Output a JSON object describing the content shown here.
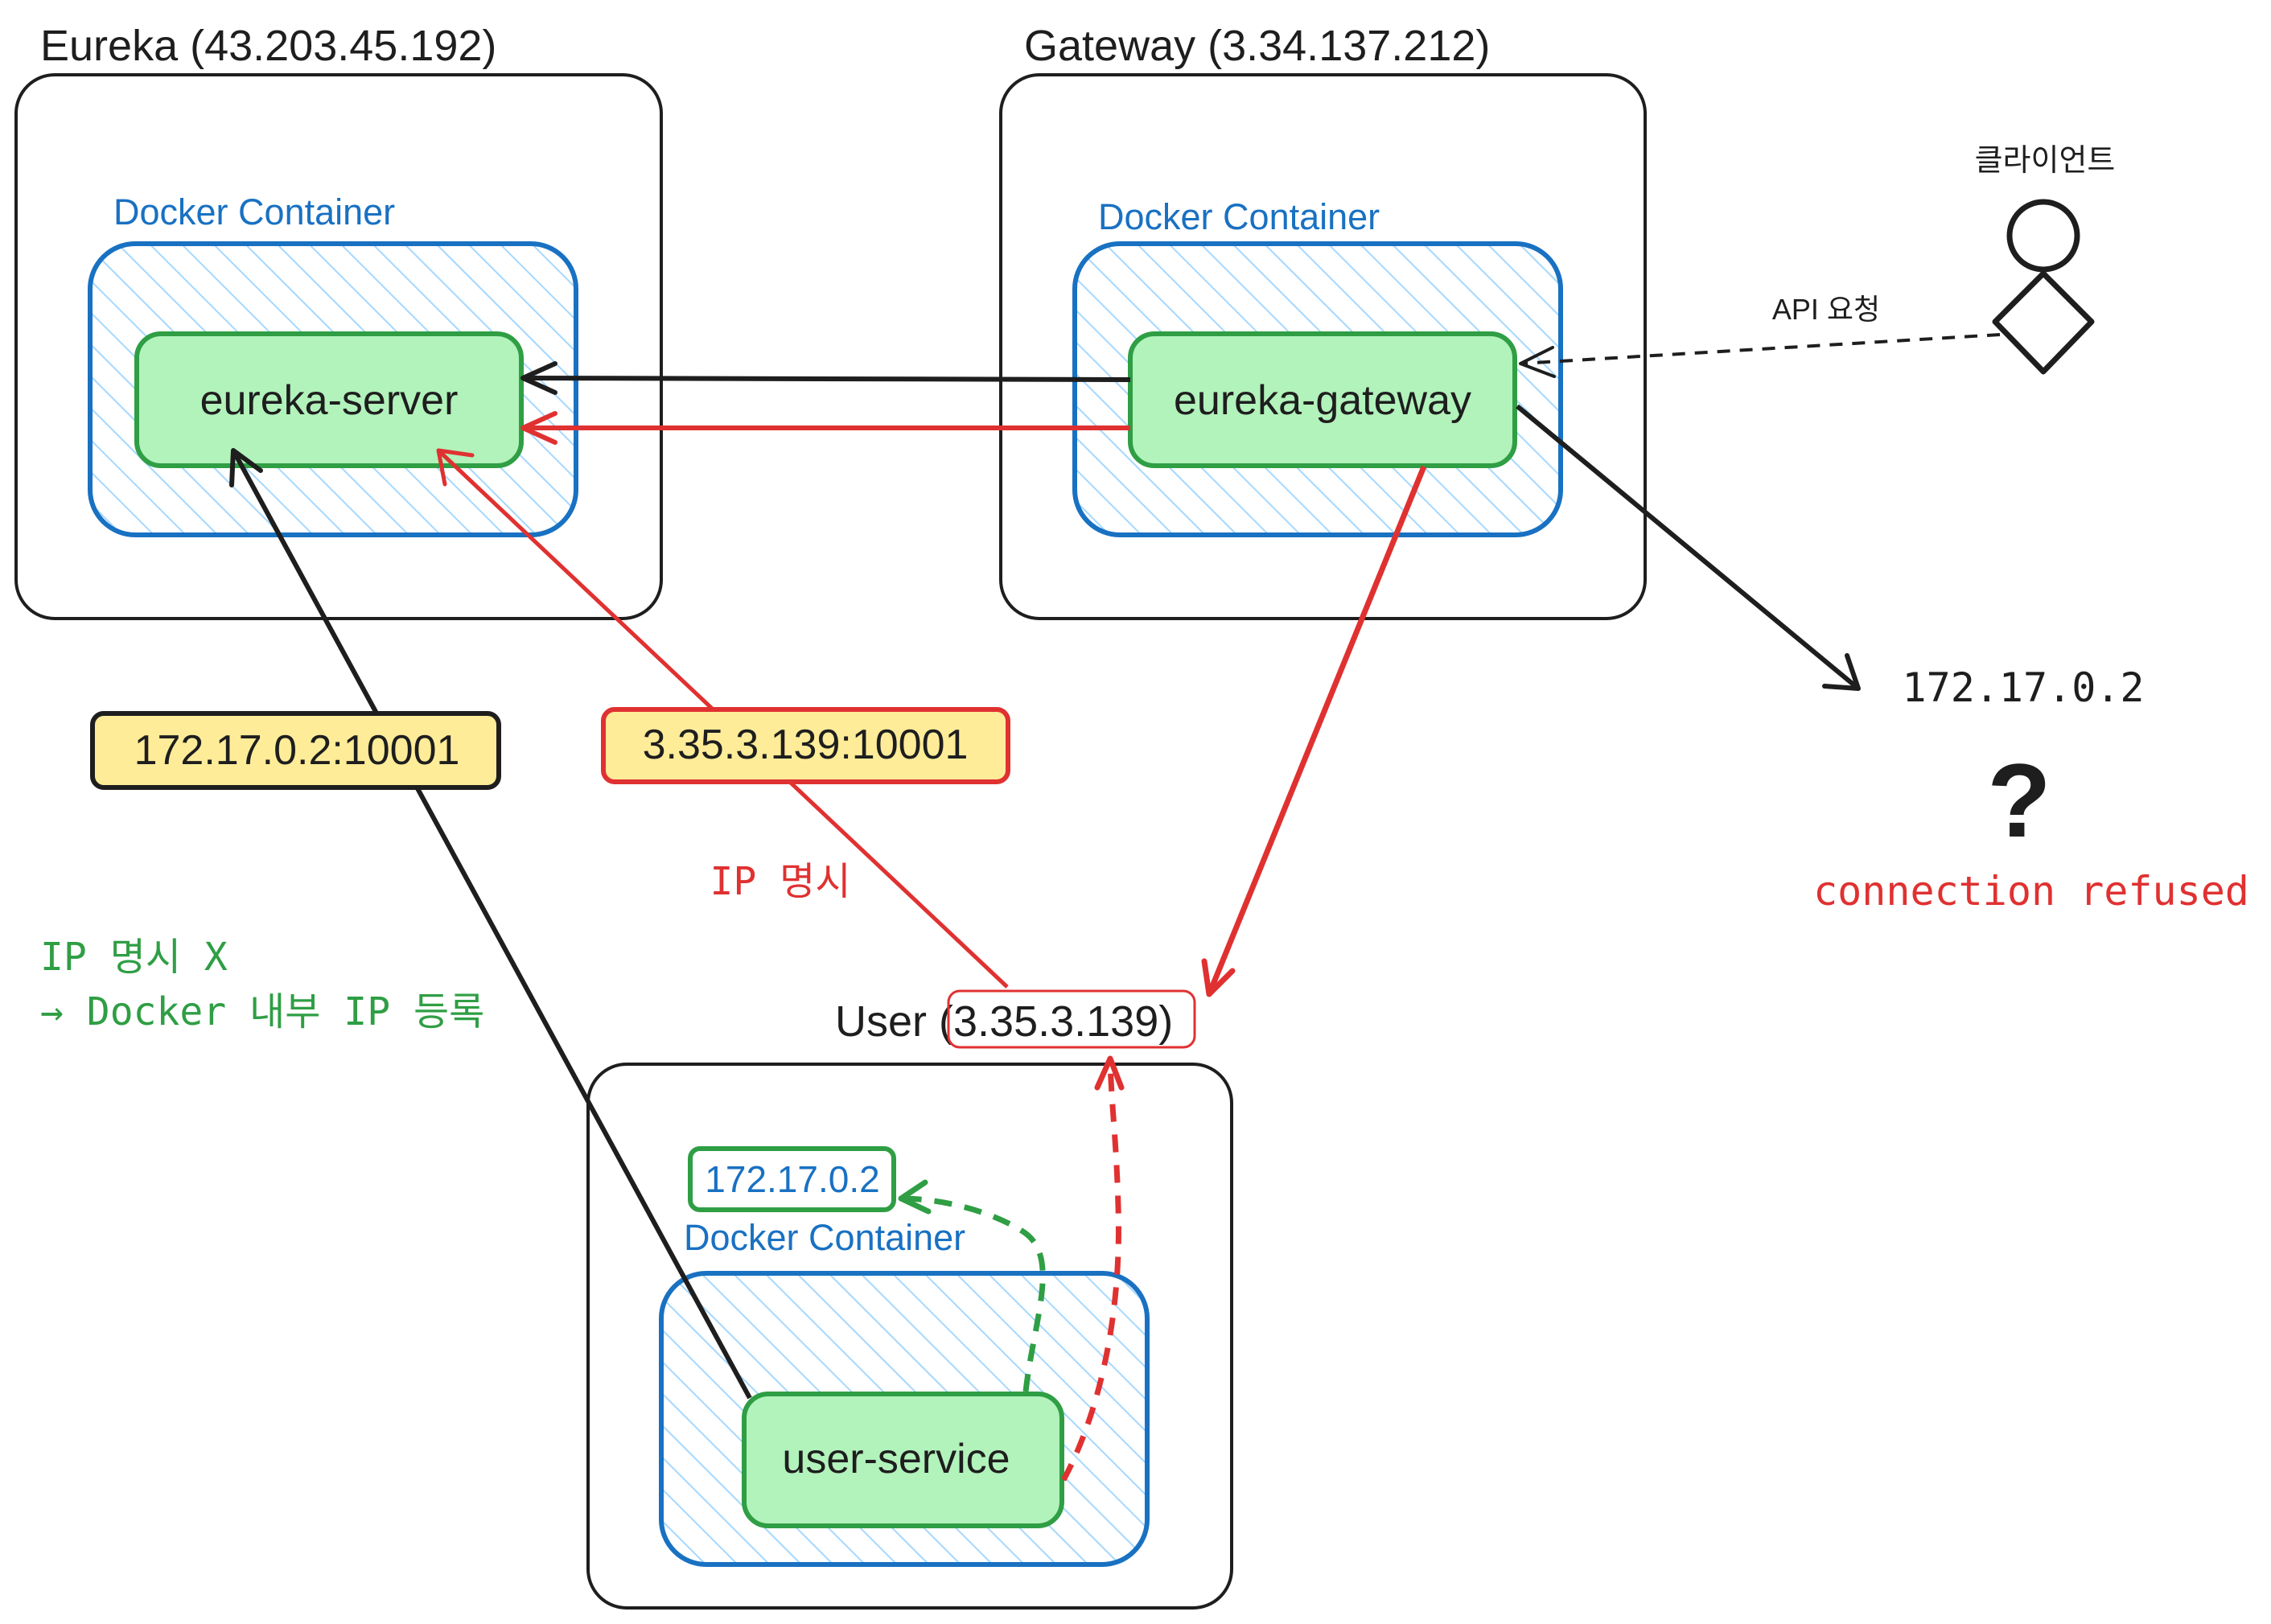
{
  "colors": {
    "black": "#1e1e1e",
    "blue": "#1971c2",
    "green": "#2f9e44",
    "green_fill": "#b2f2bb",
    "red": "#e03131",
    "yellow_fill": "#ffec99",
    "hatch": "#a5d8ff"
  },
  "hosts": {
    "eureka": {
      "label": "Eureka (43.203.45.192)"
    },
    "gateway": {
      "label": "Gateway (3.34.137.212)"
    },
    "user": {
      "label_prefix": "User ",
      "label_ip": "(3.35.3.139)"
    }
  },
  "containers": {
    "eureka": "Docker Container",
    "gateway": "Docker Container",
    "user": "Docker Container"
  },
  "services": {
    "eureka_server": "eureka-server",
    "eureka_gateway": "eureka-gateway",
    "user_service": "user-service"
  },
  "client": {
    "label": "클라이언트",
    "icon": "person-icon",
    "request_label": "API 요청"
  },
  "labels": {
    "internal_registration": "172.17.0.2:10001",
    "explicit_registration": "3.35.3.139:10001",
    "internal_ip": "172.17.0.2",
    "ip_explicit": "IP 명시",
    "ip_not_explicit_line1": "IP 명시 X",
    "ip_not_explicit_line2": "→ Docker 내부 IP 등록",
    "target_ip": "172.17.0.2",
    "question": "?",
    "connection_refused": "connection refused"
  }
}
